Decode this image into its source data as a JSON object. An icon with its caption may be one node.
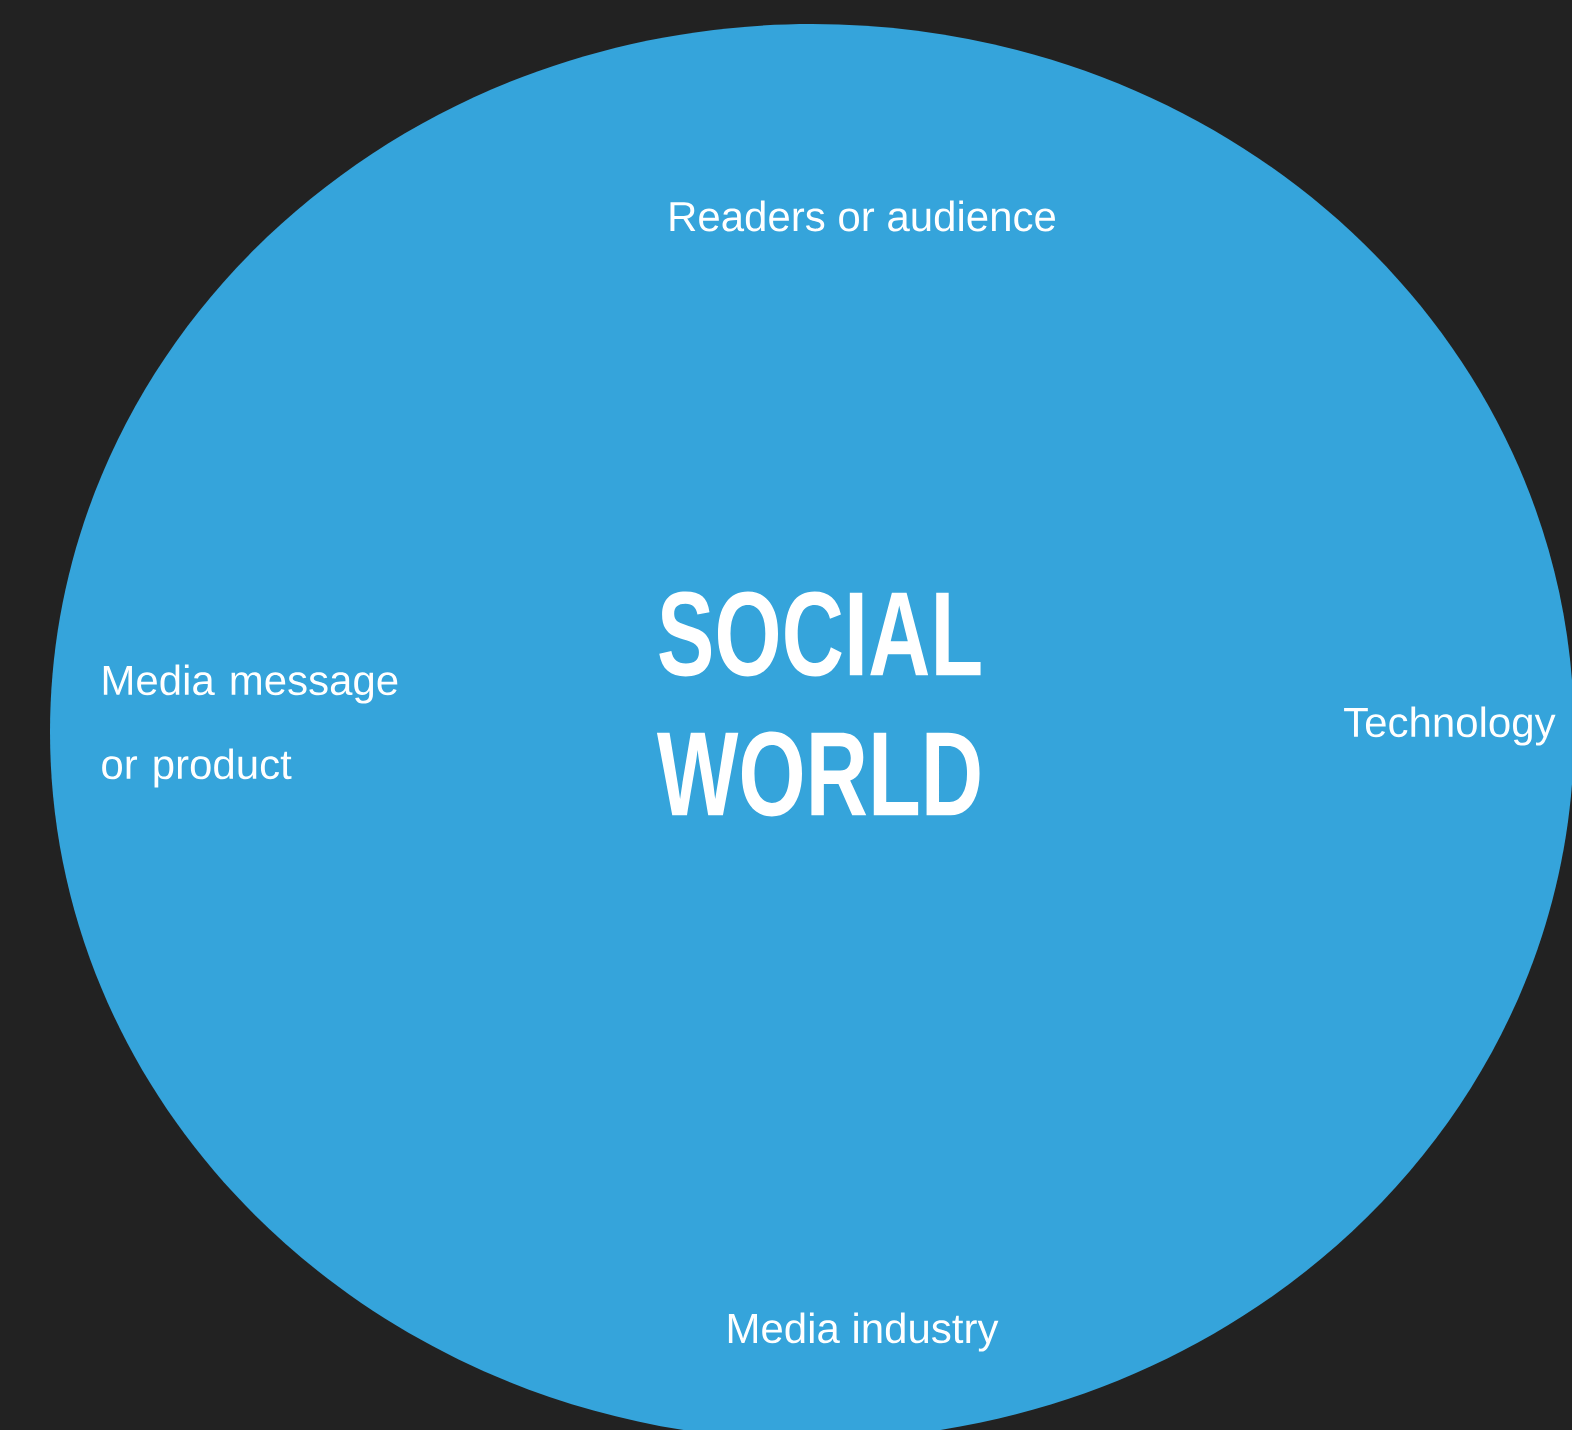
{
  "diagram": {
    "nodes": [
      {
        "text": [
          "Readers or audience",
          "Media message or product",
          "SOCIAL WORLD",
          "Technology",
          "Media industry"
        ]
      }
    ]
  }
}
